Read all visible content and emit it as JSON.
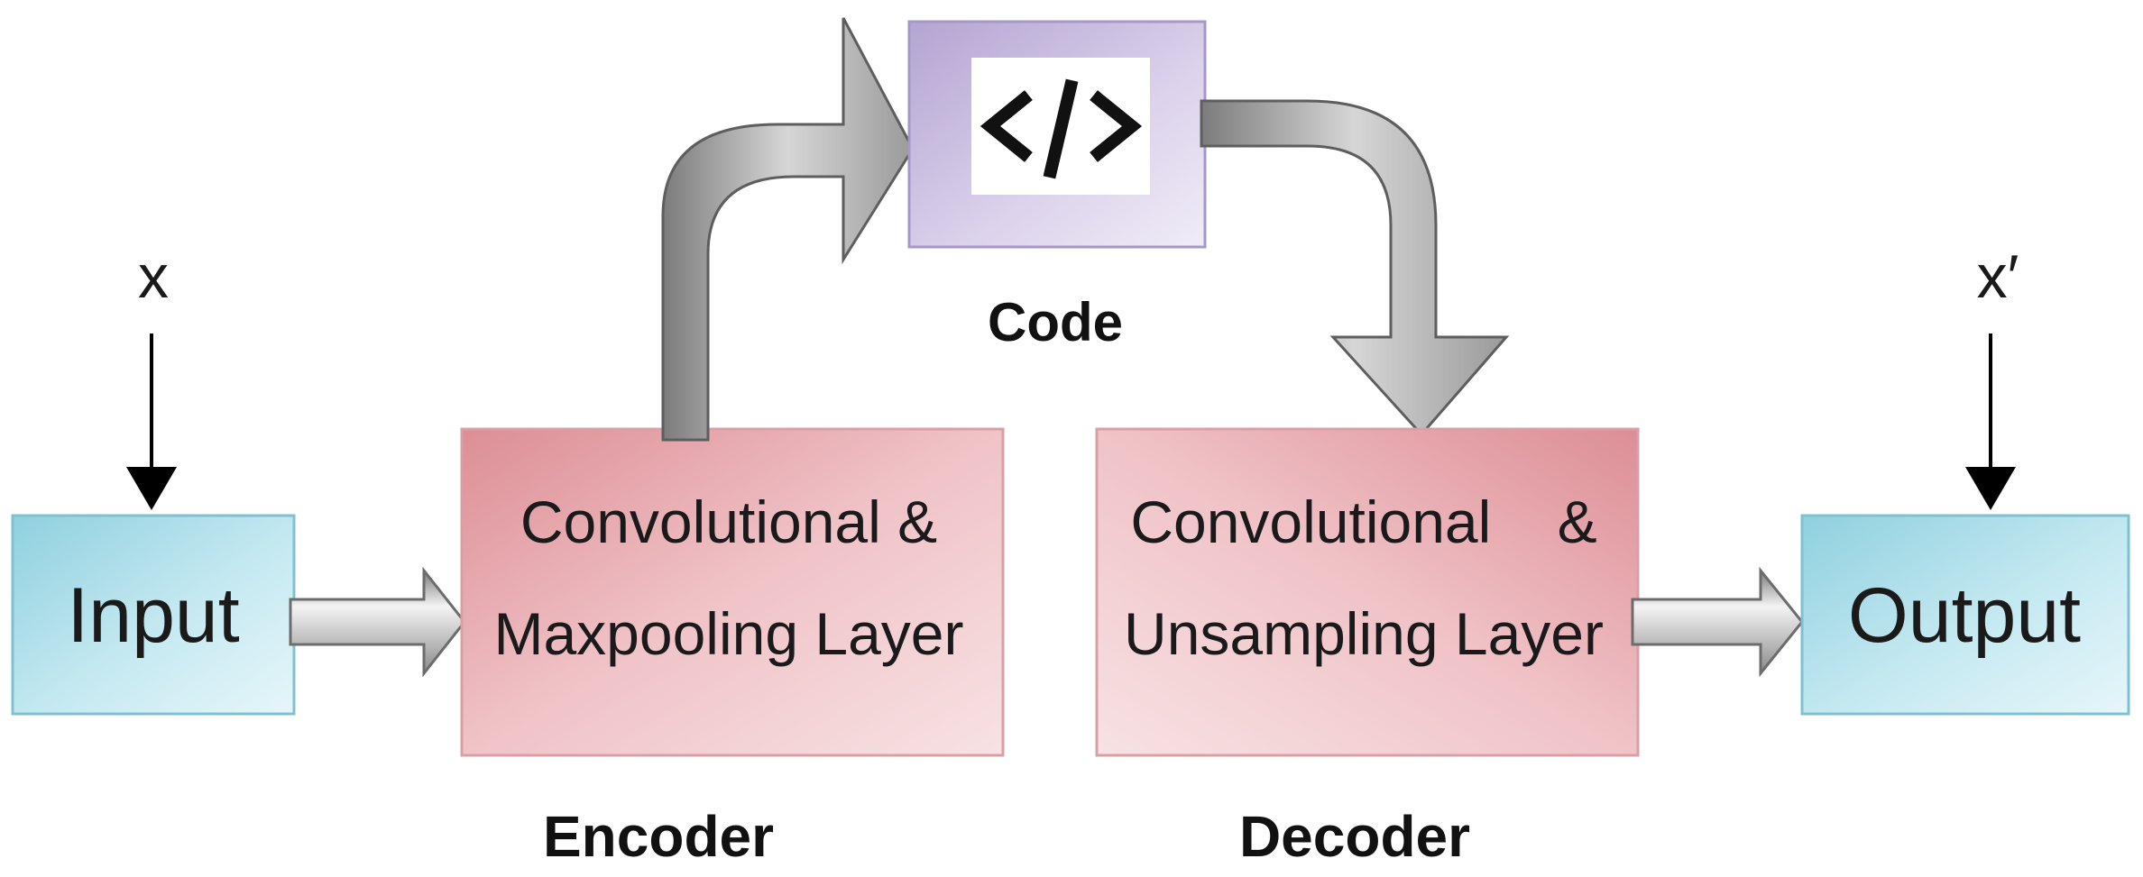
{
  "input_var": "x",
  "output_var": "x′",
  "input_box": {
    "label": "Input"
  },
  "output_box": {
    "label": "Output"
  },
  "encoder_box": {
    "line1": "Convolutional &",
    "line2": "Maxpooling Layer"
  },
  "decoder_box": {
    "line1": "Convolutional    &",
    "line2": "Unsampling Layer"
  },
  "code_box": {
    "symbol": "</>",
    "label": "Code"
  },
  "captions": {
    "encoder": "Encoder",
    "decoder": "Decoder"
  },
  "colors": {
    "io_box": "#a9dbe6",
    "layer_box": "#e8a4aa",
    "code_box": "#c4b6db",
    "arrow_gray": "#b4b4b4"
  },
  "icons": {
    "code": "code-brackets-icon"
  }
}
